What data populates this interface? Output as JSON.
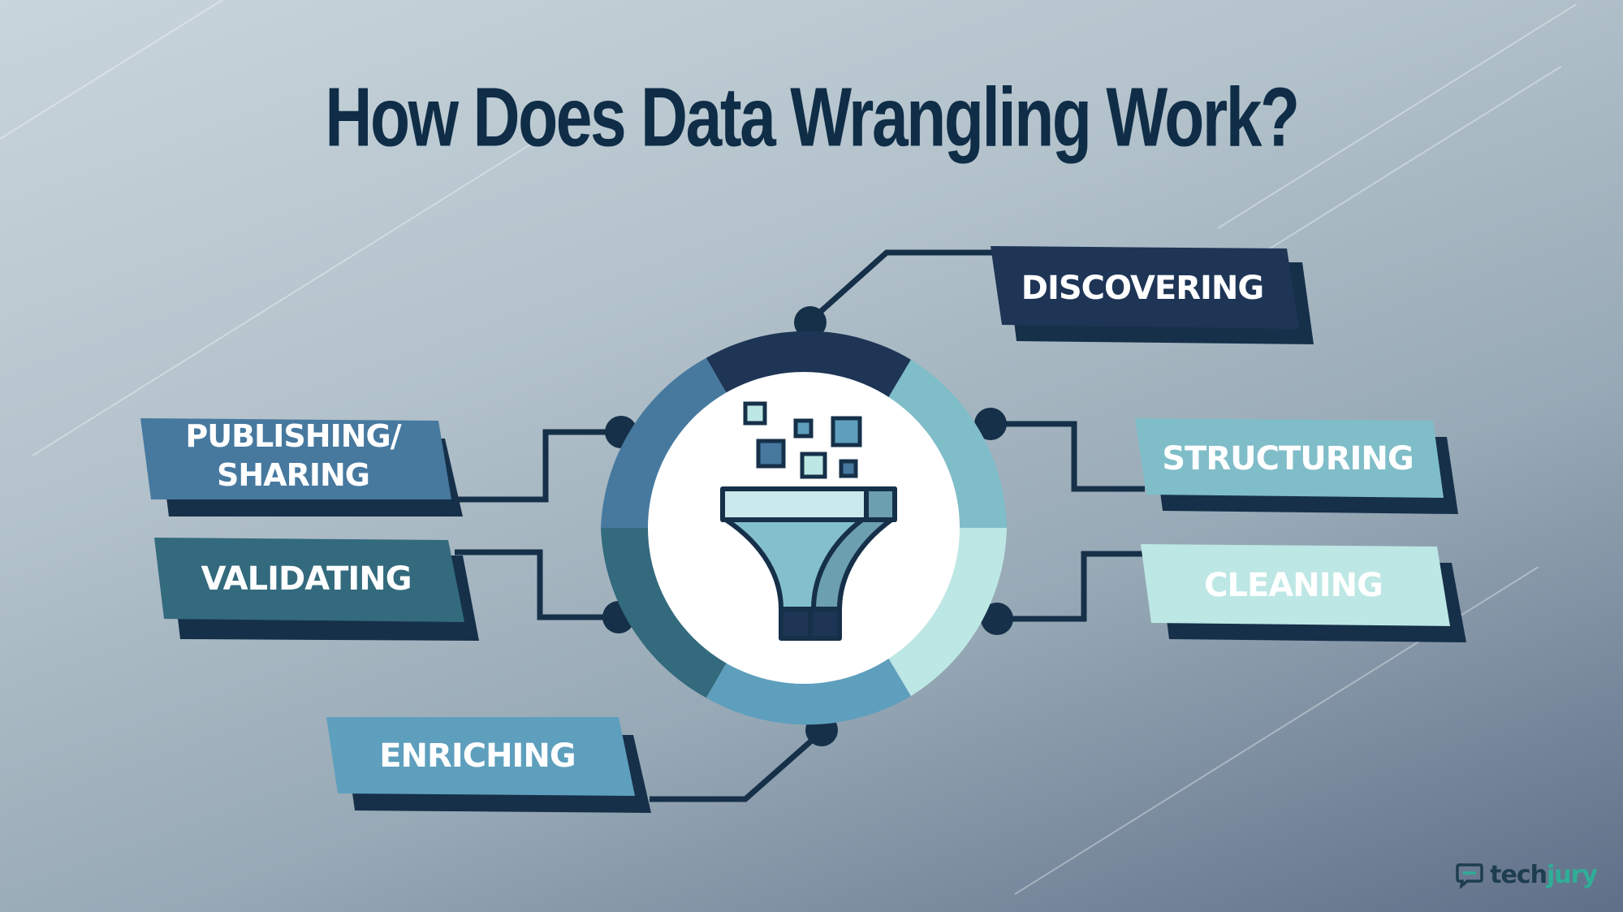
{
  "title": "How Does Data Wrangling Work?",
  "steps": {
    "discovering": "DISCOVERING",
    "structuring": "STRUCTURING",
    "cleaning": "CLEANING",
    "enriching": "ENRICHING",
    "validating": "VALIDATING",
    "publishing_line1": "PUBLISHING/",
    "publishing_line2": "SHARING"
  },
  "logo": {
    "part1": "tech",
    "part2": "jury"
  },
  "colors": {
    "discovering": "#1e3556",
    "structuring": "#7fbdc9",
    "cleaning": "#bde7e4",
    "enriching": "#5e9fbd",
    "validating": "#336a7d",
    "publishing": "#47799f",
    "shadow": "#16304a",
    "title": "#0f2d47"
  },
  "icons": [
    "funnel-icon",
    "data-squares-icon",
    "chat-bubble-logo-icon"
  ]
}
